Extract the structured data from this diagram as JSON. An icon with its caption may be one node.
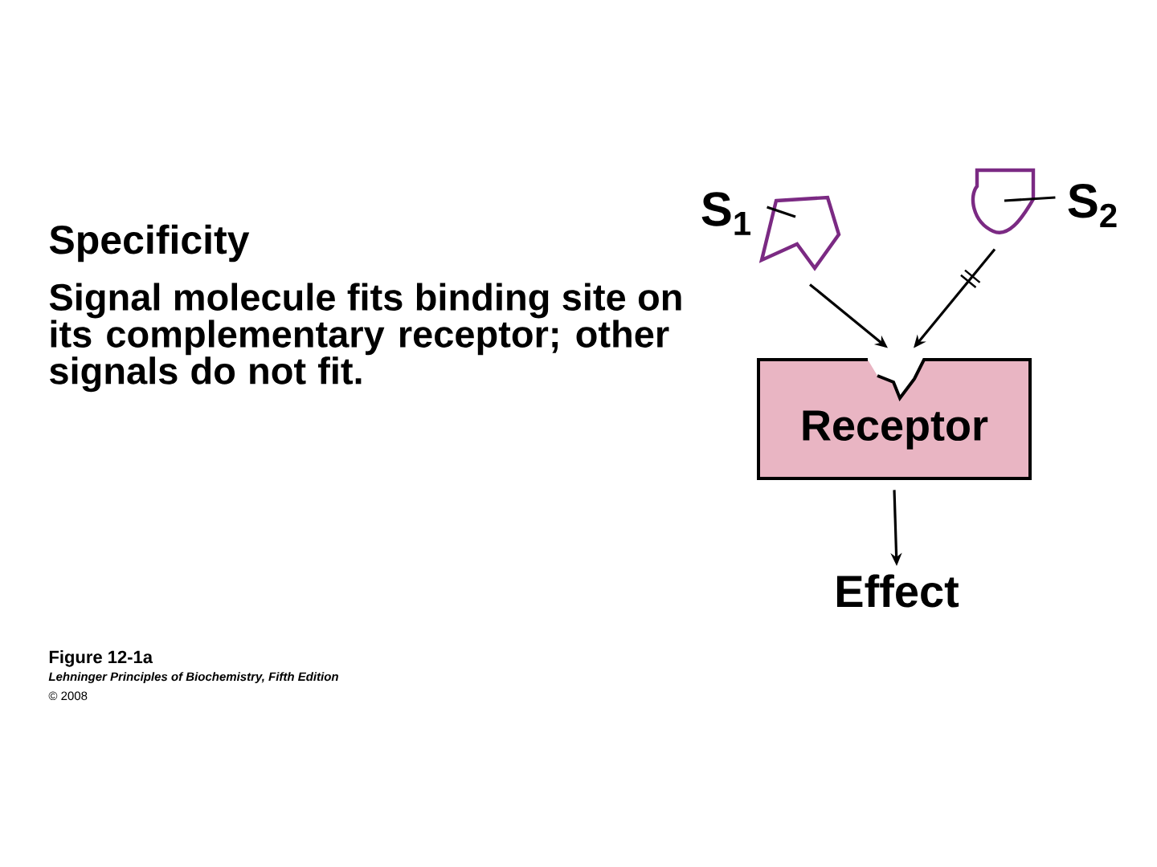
{
  "diagram": {
    "title": "Specificity",
    "caption": "Figure 12-1a",
    "nodes": [
      {
        "text": [
          "S$_{1}$"
        ]
      },
      {
        "text": [],
        "shape": "pentagon"
      },
      {
        "text": [
          "S$_{2}$"
        ]
      },
      {
        "text": [],
        "shape": "shield"
      },
      {
        "text": [
          "Receptor"
        ]
      },
      {
        "text": [
          "Effect"
        ]
      }
    ],
    "edges": [
      {
        "from": 0,
        "to": 1,
        "arrow": "none"
      },
      {
        "from": 2,
        "to": 3,
        "arrow": "none"
      },
      {
        "from": 1,
        "to": 4,
        "arrow": "to"
      },
      {
        "from": 3,
        "to": 4,
        "arrow": "to"
      },
      {
        "from": 4,
        "to": 5,
        "arrow": "to"
      }
    ],
    "labels": [
      "Signal molecule fits binding site on its complementary receptor; other signals do not fit.",
      "Lehninger Principles of Biochemistry, Fifth Edition",
      "© 2008"
    ]
  }
}
